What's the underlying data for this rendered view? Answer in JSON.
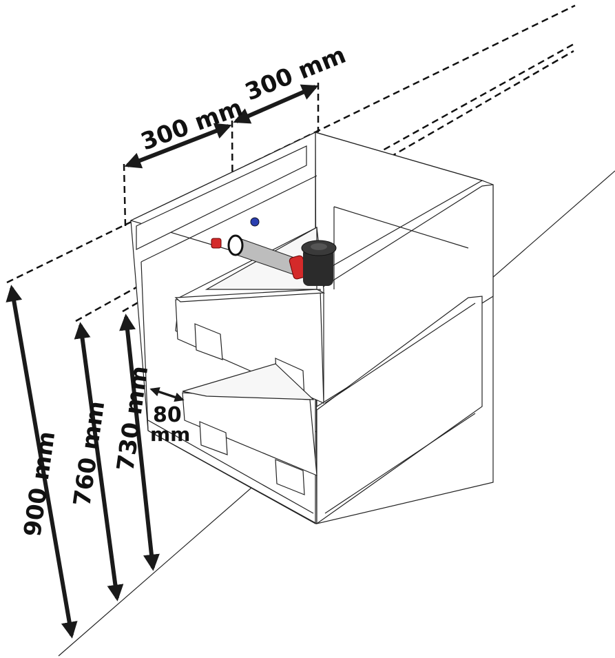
{
  "dimensions": {
    "width_left": "300 mm",
    "width_right": "300 mm",
    "height_total": "900 mm",
    "height_mid": "760 mm",
    "height_low": "730 mm",
    "offset_value": "80",
    "offset_unit": "mm"
  },
  "colors": {
    "pipe_red": "#d42a2a",
    "pipe_blue": "#2a3fb0",
    "siphon": "#2b2b2b"
  }
}
